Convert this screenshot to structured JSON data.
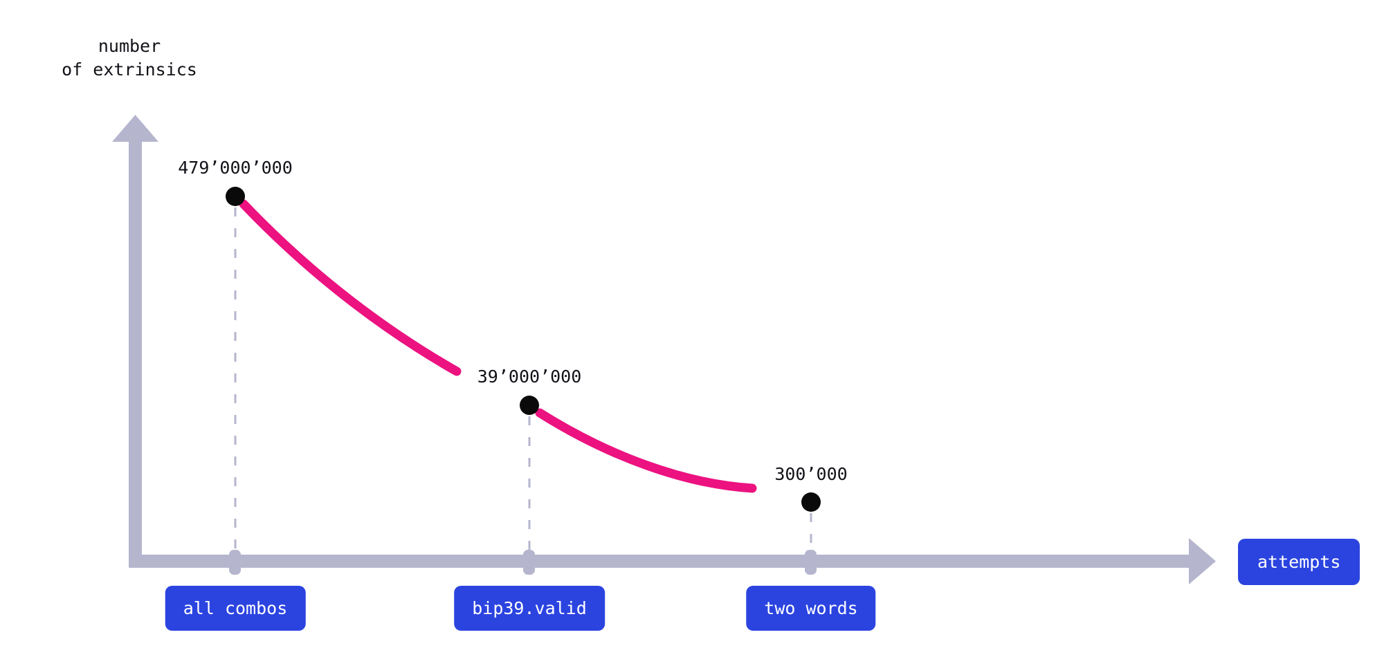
{
  "chart_data": {
    "type": "line",
    "title": "",
    "subtitle": "",
    "xlabel": "attempts",
    "ylabel": "number\nof extrinsics",
    "categories": [
      "all combos",
      "bip39.valid",
      "two words"
    ],
    "values": [
      479000000,
      39000000,
      300000
    ],
    "value_labels": [
      "479’000’000",
      "39’000’000",
      "300’000"
    ],
    "series": [
      {
        "name": "number of extrinsics",
        "values": [
          479000000,
          39000000,
          300000
        ]
      }
    ],
    "grid": false,
    "legend": "none",
    "axis_style": "arrow",
    "notes": "Descending curve; values drop by roughly an order of magnitude at each step.",
    "colors": {
      "curve": "#EC1280",
      "marker": "#0A0A0A",
      "axis": "#B5B5CE",
      "pill_bg": "#2B44E0",
      "pill_text": "#FFFFFF",
      "guide_line": "#B5B5CE",
      "label_text": "#111118",
      "background": "#FFFFFF"
    }
  },
  "axis": {
    "y_title_line1": "number",
    "y_title_line2": "of extrinsics",
    "x_end_label": "attempts"
  },
  "points": [
    {
      "category": "all combos",
      "value_label": "479’000’000",
      "value": 479000000
    },
    {
      "category": "bip39.valid",
      "value_label": "39’000’000",
      "value": 39000000
    },
    {
      "category": "two words",
      "value_label": "300’000",
      "value": 300000
    }
  ]
}
